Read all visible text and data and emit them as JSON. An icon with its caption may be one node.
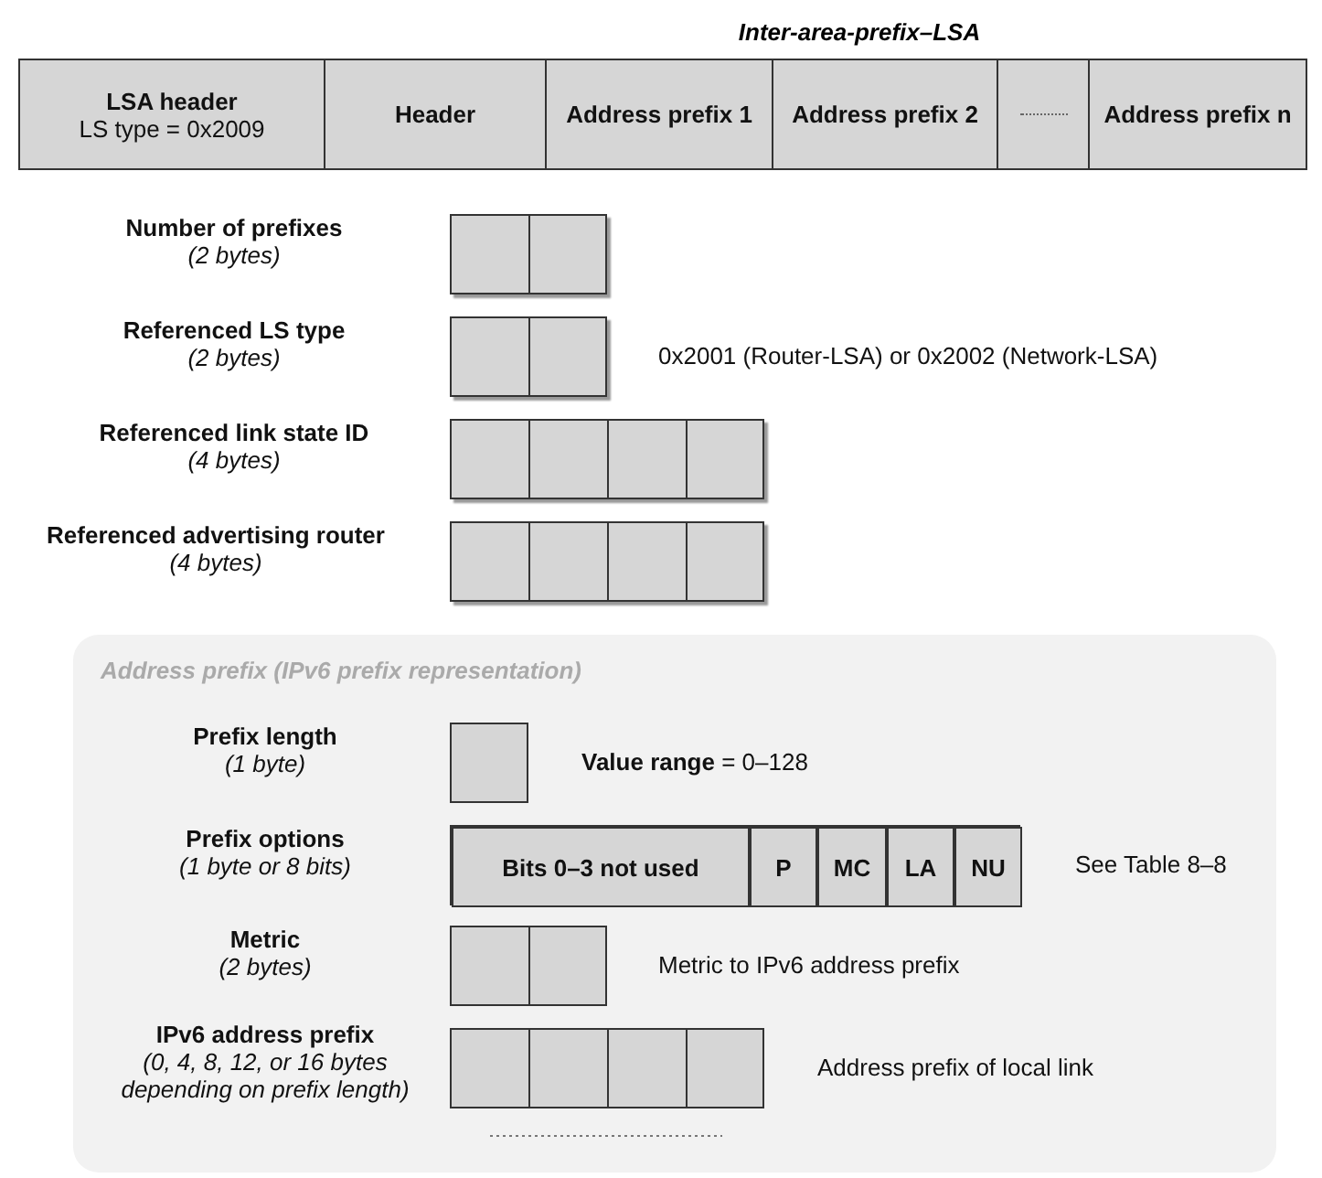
{
  "diagram": {
    "title": "Inter-area-prefix–LSA",
    "nodes": [
      {
        "text": [
          "LSA header",
          "LS type = 0x2009"
        ]
      },
      {
        "text": [
          "Header"
        ]
      },
      {
        "text": [
          "Address prefix 1"
        ]
      },
      {
        "text": [
          "Address prefix 2"
        ]
      },
      {
        "text": [],
        "shape": "box"
      },
      {
        "text": [
          "Address prefix n"
        ]
      },
      {
        "text": [],
        "shape": "box",
        "beside": [
          "Number of prefixes",
          "(2 bytes)"
        ]
      },
      {
        "text": [],
        "shape": "box",
        "beside": [
          "Referenced LS type",
          "(2 bytes)",
          "0x2001 (Router-LSA) or 0x2002 (Network-LSA)"
        ]
      },
      {
        "text": [],
        "shape": "box",
        "beside": [
          "Referenced link state ID",
          "(4 bytes)"
        ]
      },
      {
        "text": [],
        "shape": "box",
        "beside": [
          "Referenced advertising router",
          "(4 bytes)"
        ]
      },
      {
        "text": [
          "Address prefix (IPv6 prefix representation)"
        ]
      },
      {
        "text": [],
        "shape": "box",
        "in": 10,
        "beside": [
          "Prefix length",
          "(1 byte)",
          "**Value range** = 0–128"
        ]
      },
      {
        "text": [],
        "shape": "box",
        "in": 10,
        "beside": [
          "Prefix options",
          "(1 byte or 8 bits)",
          "See Table 8–8"
        ]
      },
      {
        "text": [
          "Bits 0–3 not used"
        ],
        "in": 12
      },
      {
        "text": [
          "P"
        ],
        "in": 12
      },
      {
        "text": [
          "MC"
        ],
        "in": 12
      },
      {
        "text": [
          "LA"
        ],
        "in": 12
      },
      {
        "text": [
          "NU"
        ],
        "in": 12
      },
      {
        "text": [],
        "shape": "box",
        "in": 10,
        "beside": [
          "Metric",
          "(2 bytes)",
          "Metric to IPv6 address prefix"
        ]
      },
      {
        "text": [],
        "shape": "box",
        "in": 10,
        "beside": [
          "IPv6 address prefix",
          "(0, 4, 8, 12, or 16 bytes depending on prefix length)",
          "Address prefix of local link"
        ]
      }
    ]
  }
}
